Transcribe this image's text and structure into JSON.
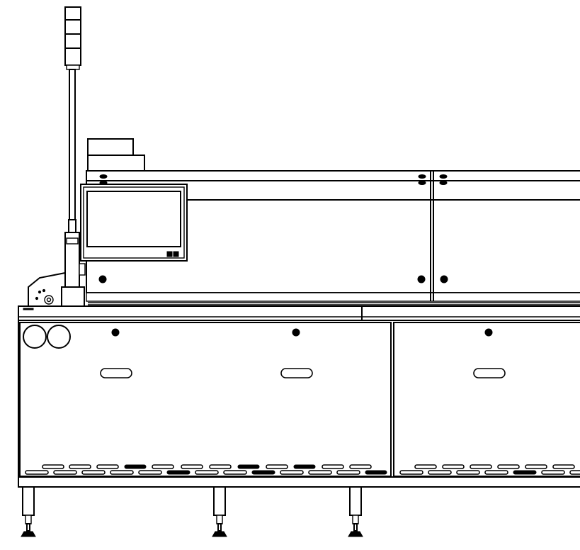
{
  "drawing": {
    "subject": "conveyor-oven-front-elevation",
    "background": "#ffffff",
    "line_color": "#000000",
    "stack_light_segments": 4,
    "control_buttons": 2,
    "lower_panels": 2,
    "upper_panels": 2,
    "leveling_feet": 3,
    "round_ports": 2
  }
}
